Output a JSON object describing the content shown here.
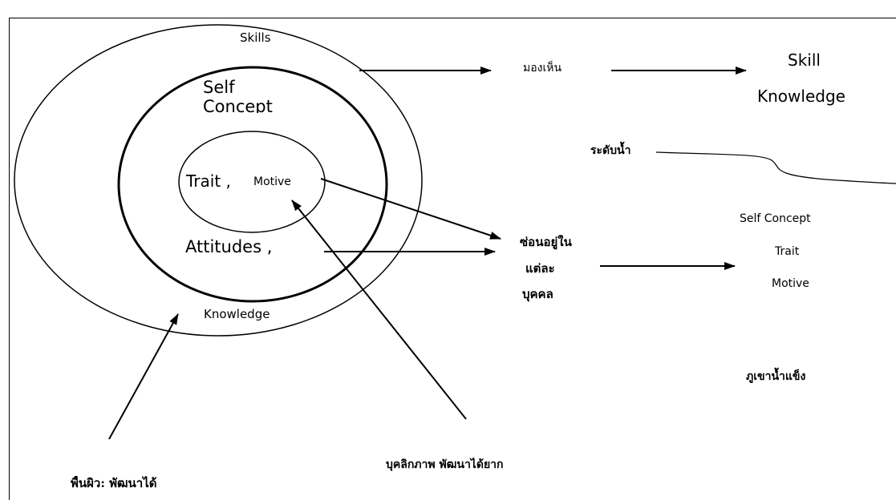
{
  "rings": {
    "outer": "Skills",
    "outer_bottom": "Knowledge",
    "middle": "Self Concept",
    "middle_bottom": "Attitudes ,",
    "inner_trait": "Trait ,",
    "inner_motive": "Motive"
  },
  "right": {
    "visible_label": "มองเห็น",
    "visible_1": "Skill",
    "visible_2": "Knowledge",
    "water_level": "ระดับน้ำ",
    "hidden_1": "ซ่อนอยู่ใน",
    "hidden_2": "แต่ละ",
    "hidden_3": "บุคคล",
    "hidden_item_1": "Self Concept",
    "hidden_item_2": "Trait",
    "hidden_item_3": "Motive",
    "iceberg": "ภูเขาน้ำแข็ง"
  },
  "bottom": {
    "surface": "พื้นผิว: พัฒนาได้",
    "personality": "บุคลิกภาพ พัฒนาได้ยาก"
  },
  "colors": {
    "line": "#000000",
    "background": "#ffffff"
  }
}
